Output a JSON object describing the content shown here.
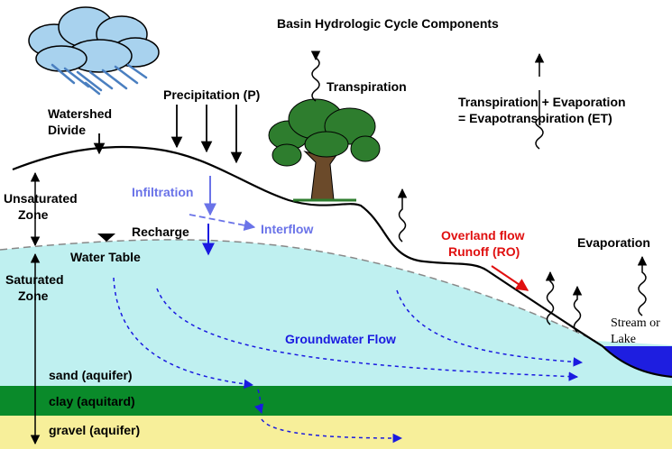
{
  "title": "Basin Hydrologic Cycle Components",
  "labels": {
    "precipitation": "Precipitation (P)",
    "transpiration": "Transpiration",
    "et_line1": "Transpiration + Evaporation",
    "et_line2": "= Evapotranspiration (ET)",
    "watershed_divide_1": "Watershed",
    "watershed_divide_2": "Divide",
    "infiltration": "Infiltration",
    "interflow": "Interflow",
    "unsaturated_zone_1": "Unsaturated",
    "unsaturated_zone_2": "Zone",
    "recharge": "Recharge",
    "overland_flow_1": "Overland flow",
    "overland_flow_2": "Runoff (RO)",
    "evaporation": "Evaporation",
    "water_table": "Water Table",
    "saturated_zone_1": "Saturated",
    "saturated_zone_2": "Zone",
    "stream_1": "Stream or",
    "stream_2": "Lake",
    "groundwater_flow": "Groundwater Flow",
    "sand": "sand (aquifer)",
    "clay": "clay (aquitard)",
    "gravel": "gravel (aquifer)"
  },
  "colors": {
    "groundwater": "#bff0f0",
    "clay": "#0a8a2a",
    "gravel": "#f7ef9a",
    "water": "#1e1ee0",
    "cloud": "#a8d2ee",
    "rain": "#4a7fc0",
    "infiltration": "#6a73e8",
    "runoff": "#e01010",
    "flow": "#1a1ae0",
    "tree_canopy": "#2e7d2e",
    "trunk": "#6b4a2a"
  }
}
